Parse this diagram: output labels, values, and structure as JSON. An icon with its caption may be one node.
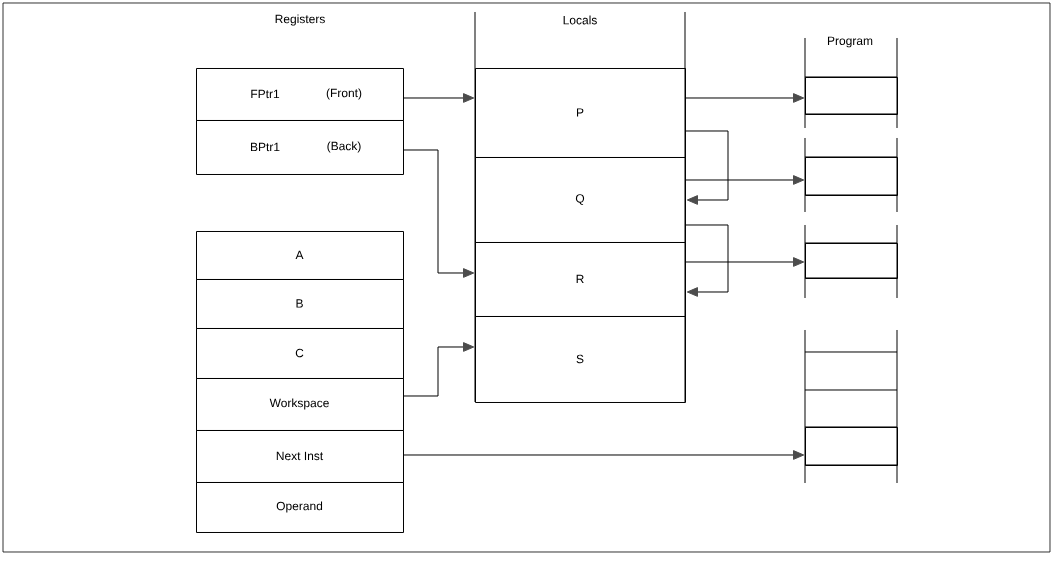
{
  "diagram": {
    "nodes": [
      {
        "text": [
          "FPtr1",
          "(Front)"
        ]
      },
      {
        "text": [
          "BPtr1",
          "(Back)"
        ]
      },
      {
        "text": [
          "A"
        ]
      },
      {
        "text": [
          "B"
        ]
      },
      {
        "text": [
          "C"
        ]
      },
      {
        "text": [
          "Workspace"
        ]
      },
      {
        "text": [
          "Next Inst"
        ]
      },
      {
        "text": [
          "Operand"
        ]
      },
      {
        "text": [
          "P"
        ]
      },
      {
        "text": [
          "Q"
        ]
      },
      {
        "text": [
          "R"
        ]
      },
      {
        "text": [
          "S"
        ]
      },
      {
        "text": [],
        "shape": "box"
      },
      {
        "text": [],
        "shape": "box"
      },
      {
        "text": [],
        "shape": "box"
      },
      {
        "text": [],
        "shape": "box"
      }
    ],
    "edges": [
      {
        "from": 0,
        "to": 8,
        "arrow": "to"
      },
      {
        "from": 1,
        "to": 10,
        "arrow": "to"
      },
      {
        "from": 5,
        "to": 11,
        "arrow": "to"
      },
      {
        "from": 6,
        "to": 15,
        "arrow": "to"
      },
      {
        "from": 8,
        "to": 12,
        "arrow": "to"
      },
      {
        "from": 8,
        "to": 9,
        "arrow": "to"
      },
      {
        "from": 9,
        "to": 13,
        "arrow": "to"
      },
      {
        "from": 9,
        "to": 10,
        "arrow": "to"
      },
      {
        "from": 10,
        "to": 14,
        "arrow": "to"
      }
    ],
    "labels": [
      "Registers",
      "Locals",
      "Program"
    ]
  }
}
